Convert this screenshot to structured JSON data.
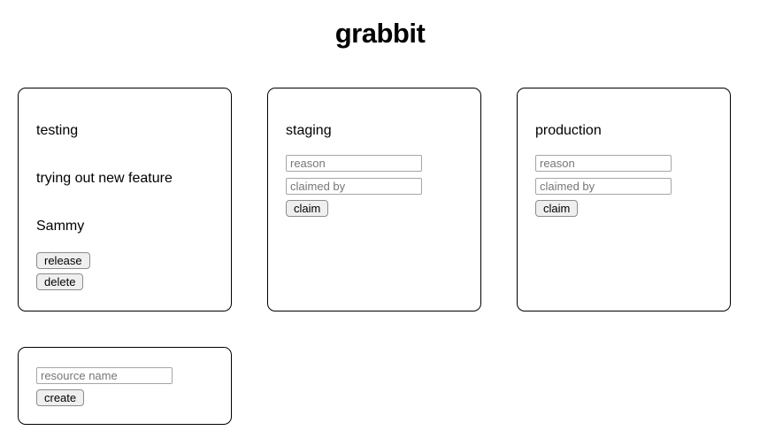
{
  "title": "grabbit",
  "cards": {
    "testing": {
      "name": "testing",
      "reason": "trying out new feature",
      "claimed_by": "Sammy",
      "release_label": "release",
      "delete_label": "delete"
    },
    "staging": {
      "name": "staging",
      "reason_placeholder": "reason",
      "claimed_by_placeholder": "claimed by",
      "claim_label": "claim"
    },
    "production": {
      "name": "production",
      "reason_placeholder": "reason",
      "claimed_by_placeholder": "claimed by",
      "claim_label": "claim"
    },
    "create": {
      "name_placeholder": "resource name",
      "create_label": "create"
    }
  },
  "colors": {
    "background": "#ffffff",
    "text": "#000000",
    "card_border": "#000000",
    "input_border": "#a6a6a6",
    "placeholder_text": "#767676",
    "button_bg": "#efefef",
    "button_border": "#8c8c8c"
  }
}
